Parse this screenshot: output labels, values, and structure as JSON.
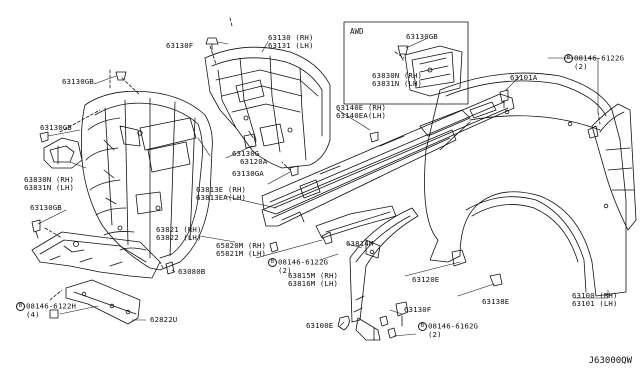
{
  "labels": {
    "p63130F_top": "63130F",
    "p63130_rh": "63130 (RH)",
    "p63131_lh": "63131 (LH)",
    "awd": "AWD",
    "p63130GB_awd": "63130GB",
    "p63130GB_left": "63130GB",
    "p08146_6122G_top": "08146-6122G",
    "p08146_6122G_top_qty": "(2)",
    "p63830N_rh_awd": "63830N (RH)",
    "p63831N_lh_awd": "63831N (LH)",
    "p63101A": "63101A",
    "p63140E_rh": "63140E  (RH)",
    "p63140EA_lh": "63140EA(LH)",
    "p63130GB_mid": "63130GB",
    "p63830N_rh": "63830N (RH)",
    "p63831N_lh": "63831N (LH)",
    "p63130G": "63130G",
    "p63120A": "63120A",
    "p63130GA": "63130GA",
    "p63813E_rh": "63813E  (RH)",
    "p63813EA_lh": "63813EA(LH)",
    "p63130GB_low": "63130GB",
    "p63821_rh": "63821 (RH)",
    "p63822_lh": "63822 (LH)",
    "p65820M_rh": "65820M (RH)",
    "p65821M_lh": "65821M (LH)",
    "p63814M": "63814M",
    "p08146_6122G_mid": "08146-6122G",
    "p08146_6122G_mid_qty": "(2)",
    "p63080B": "63080B",
    "p63815M_rh": "63815M (RH)",
    "p63816M_lh": "63816M (LH)",
    "p63120E": "63120E",
    "p63138E": "63138E",
    "p63100_rh": "63100 (RH)",
    "p63101_lh": "63101 (LH)",
    "p08146_6122H": "08146-6122H",
    "p08146_6122H_qty": "(4)",
    "p62822U": "62822U",
    "p63130F_low": "63130F",
    "p63100E": "63100E",
    "p08146_6162G": "08146-6162G",
    "p08146_6162G_qty": "(2)"
  },
  "bolt_symbol": "B",
  "diagram_code": "J63000QW"
}
